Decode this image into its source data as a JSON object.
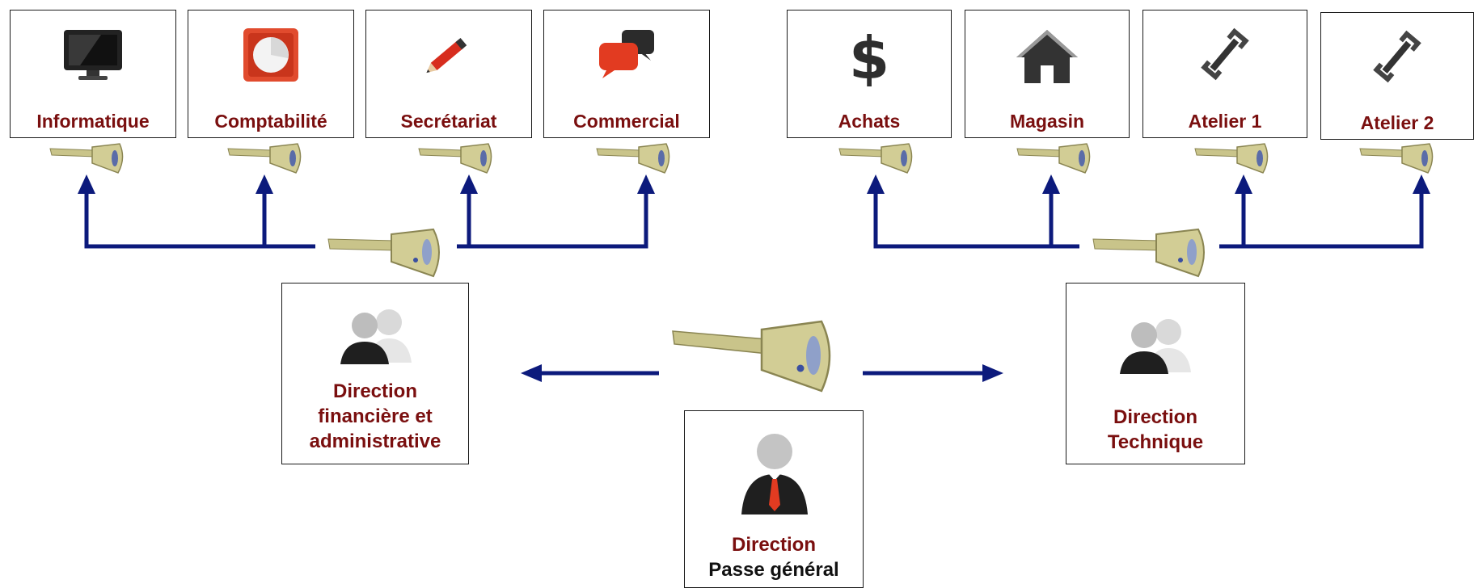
{
  "colors": {
    "accent": "#7a0f0f",
    "arrow": "#0c1a7c",
    "box_border": "#1a1a1a"
  },
  "departments": [
    {
      "id": "informatique",
      "label": "Informatique",
      "icon": "monitor-icon"
    },
    {
      "id": "comptabilite",
      "label": "Comptabilité",
      "icon": "pie-chart-icon"
    },
    {
      "id": "secretariat",
      "label": "Secrétariat",
      "icon": "pencil-icon"
    },
    {
      "id": "commercial",
      "label": "Commercial",
      "icon": "chat-bubbles-icon"
    },
    {
      "id": "achats",
      "label": "Achats",
      "icon": "dollar-icon"
    },
    {
      "id": "magasin",
      "label": "Magasin",
      "icon": "house-icon"
    },
    {
      "id": "atelier1",
      "label": "Atelier 1",
      "icon": "wrench-icon"
    },
    {
      "id": "atelier2",
      "label": "Atelier 2",
      "icon": "wrench-icon"
    }
  ],
  "directions": {
    "financiere": {
      "line1": "Direction",
      "line2": "financière et",
      "line3": "administrative",
      "icon": "users-icon"
    },
    "technique": {
      "line1": "Direction",
      "line2": "Technique",
      "icon": "users-icon"
    },
    "generale": {
      "line1": "Direction",
      "line2": "Passe général",
      "icon": "businessman-icon"
    }
  },
  "keys": [
    "key-icon"
  ]
}
